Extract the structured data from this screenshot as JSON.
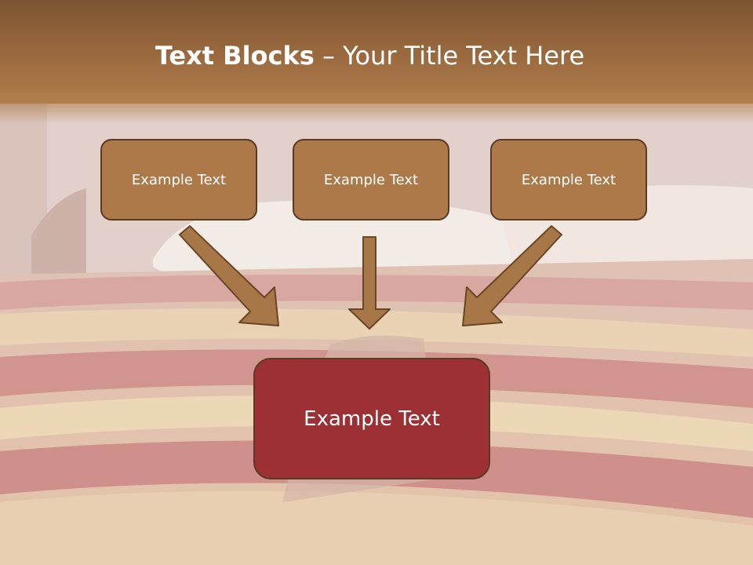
{
  "title": {
    "bold": "Text Blocks",
    "separator": " – ",
    "rest": "Your Title Text Here"
  },
  "blocks": [
    {
      "label": "Example Text"
    },
    {
      "label": "Example Text"
    },
    {
      "label": "Example Text"
    }
  ],
  "main_block": {
    "label": "Example Text"
  },
  "colors": {
    "header": "#96663c",
    "small_block_fill": "#ad7948",
    "main_block_fill": "#9c3034",
    "outline": "#5a3a22",
    "arrow_fill": "#a87748"
  }
}
